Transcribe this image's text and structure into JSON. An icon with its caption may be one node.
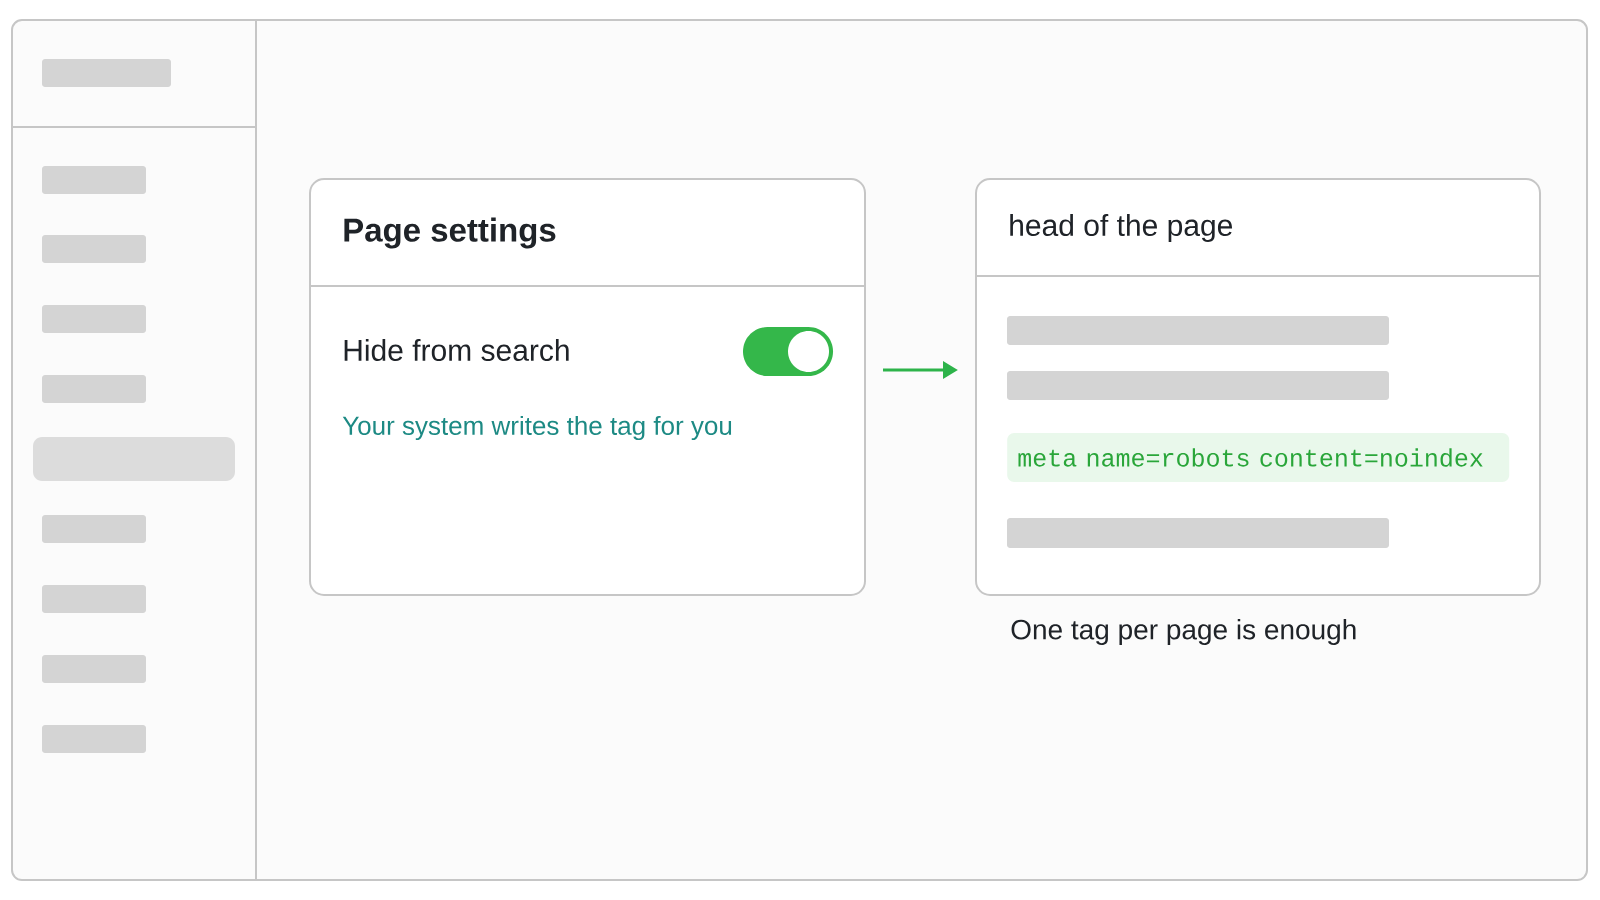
{
  "diagram": {
    "nodes": [
      {
        "text": [
          "Page settings",
          "Hide from search",
          "Your system writes the tag for you"
        ]
      },
      {
        "text": [
          "head of the page"
        ],
        "beside": [
          "One tag per page is enough"
        ]
      },
      {
        "text": [
          "meta name=robots content=noindex"
        ],
        "in": 1
      }
    ],
    "edges": [
      {
        "from": 0,
        "to": 1,
        "arrow": "to",
        "color": "#2db34a"
      }
    ]
  }
}
